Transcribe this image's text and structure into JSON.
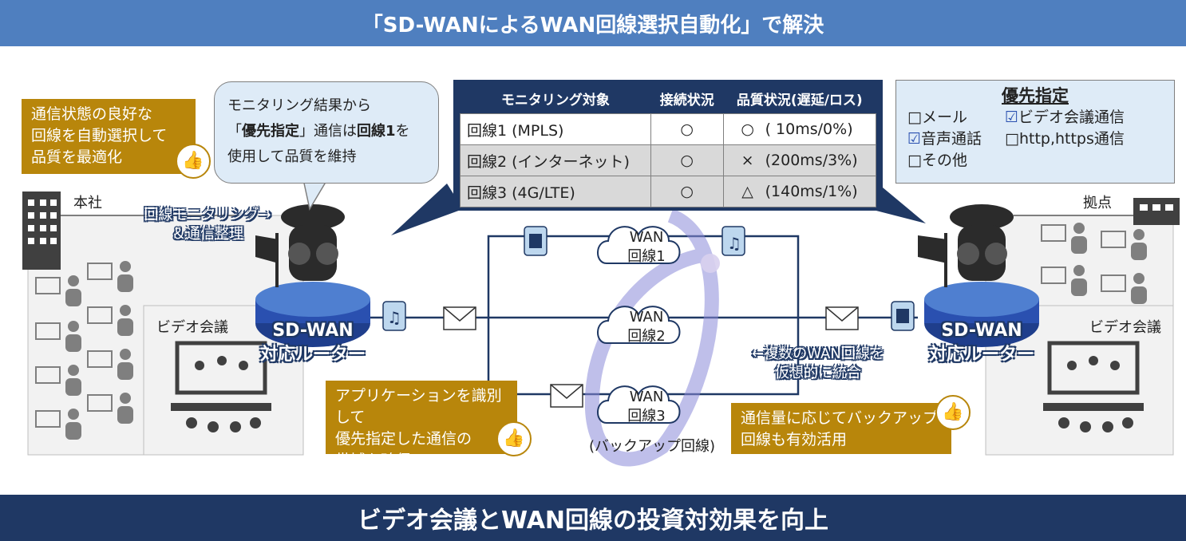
{
  "header": {
    "title": "「SD-WANによるWAN回線選択自動化」で解決"
  },
  "footer": {
    "title": "ビデオ会議とWAN回線の投資対効果を向上"
  },
  "callouts": {
    "top_left": [
      "通信状態の良好な",
      "回線を自動選択して",
      "品質を最適化"
    ],
    "speech_line1": "モニタリング結果から",
    "speech_line2_a": "「",
    "speech_line2_b": "優先指定",
    "speech_line2_c": "」通信は",
    "speech_line2_d": "回線1",
    "speech_line2_e": "を",
    "speech_line3": "使用して品質を維持",
    "app_identify": [
      "アプリケーションを識別して",
      "優先指定した通信の",
      "帯域を確保"
    ],
    "backup_use": [
      "通信量に応じてバックアップ",
      "回線も有効活用"
    ]
  },
  "monitor_table": {
    "headers": [
      "モニタリング対象",
      "接続状況",
      "品質状況(遅延/ロス)"
    ],
    "rows": [
      {
        "target": "回線1 (MPLS)",
        "connection": "○",
        "quality_mark": "○",
        "quality_value": "( 10ms/0%)"
      },
      {
        "target": "回線2 (インターネット)",
        "connection": "○",
        "quality_mark": "×",
        "quality_value": "(200ms/3%)"
      },
      {
        "target": "回線3 (4G/LTE)",
        "connection": "○",
        "quality_mark": "△",
        "quality_value": "(140ms/1%)"
      }
    ]
  },
  "priority": {
    "title": "優先指定",
    "items": [
      {
        "label": "□メール"
      },
      {
        "label": "ビデオ会議通信",
        "checked": true
      },
      {
        "label": "音声通話",
        "checked": true
      },
      {
        "label": "□http,https通信"
      },
      {
        "label": "□その他"
      }
    ]
  },
  "sites": {
    "hq": "本社",
    "branch": "拠点",
    "video_conf_left": "ビデオ会議",
    "video_conf_right": "ビデオ会議"
  },
  "routers": {
    "left": [
      "SD-WAN",
      "対応ルーター"
    ],
    "right": [
      "SD-WAN",
      "対応ルーター"
    ]
  },
  "monitoring_label": [
    "回線モニタリング→",
    "＆通信整理"
  ],
  "virtual_label": [
    "←複数のWAN回線を",
    "仮想的に統合"
  ],
  "wan": {
    "line1": [
      "WAN",
      "回線1"
    ],
    "line2": [
      "WAN",
      "回線2"
    ],
    "line3": [
      "WAN",
      "回線3"
    ],
    "backup": "(バックアップ回線)"
  },
  "colors": {
    "top_bar": "#4f7fbf",
    "bottom_bar": "#1f3864",
    "gold": "#b8860b",
    "navy": "#1f3864"
  }
}
